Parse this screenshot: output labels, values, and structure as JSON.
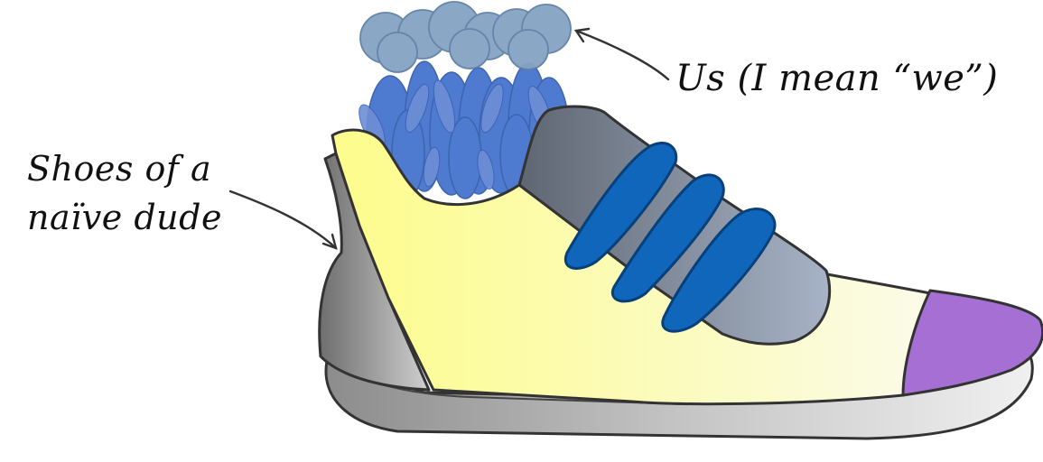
{
  "labels": {
    "us": "Us (I mean “we”)",
    "shoes_line1": "Shoes of a",
    "shoes_line2": "naïve dude"
  },
  "colors": {
    "shoe_body": "#fdfc9a",
    "shoe_body_light": "#fbfbe2",
    "shoe_sole": "#b8b8b8",
    "shoe_heel": "#8e8e8e",
    "shoe_toe_cap": "#a66fd3",
    "lace_panel": "#7f8896",
    "laces": "#0f66bb",
    "people_heads": "#85a3c4",
    "people_bodies": "#3f6fcb",
    "outline": "#333333"
  }
}
